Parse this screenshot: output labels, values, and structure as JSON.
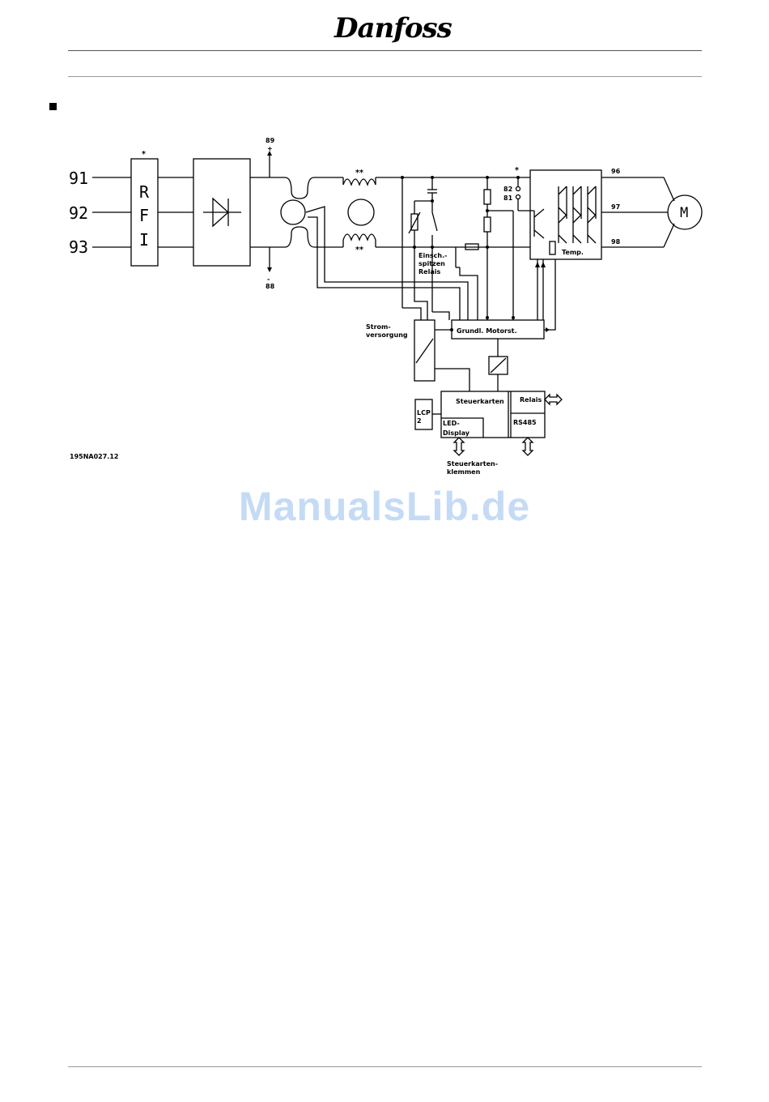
{
  "header": {
    "logo_text": "Danfoss"
  },
  "diagram": {
    "mains_terminals": [
      "91",
      "92",
      "93"
    ],
    "motor_terminals": [
      "96",
      "97",
      "98"
    ],
    "dc_terminal_plus_label": "89",
    "dc_terminal_minus_label": "88",
    "plus_sign": "+",
    "minus_sign": "-",
    "brake_terminals": [
      "82",
      "81"
    ],
    "rfi_letters": [
      "R",
      "F",
      "I"
    ],
    "star_single": "*",
    "star_double": "**",
    "motor_symbol": "M",
    "temp_label": "Temp.",
    "inrush_relay_label": [
      "Einsch.-",
      "spitzen",
      "Relais"
    ],
    "power_supply_label": [
      "Strom-",
      "versorgung"
    ],
    "motor_control_label": "Grundl. Motorst.",
    "control_card_label": "Steuerkarten",
    "relay_label": "Relais",
    "rs485_label": "RS485",
    "lcp_label": [
      "LCP",
      "2"
    ],
    "led_display_label": [
      "LED-",
      "Display"
    ],
    "control_terminals_label": [
      "Steuerkarten-",
      "klemmen"
    ],
    "drawing_number": "195NA027.12"
  },
  "watermark": "ManualsLib.de"
}
